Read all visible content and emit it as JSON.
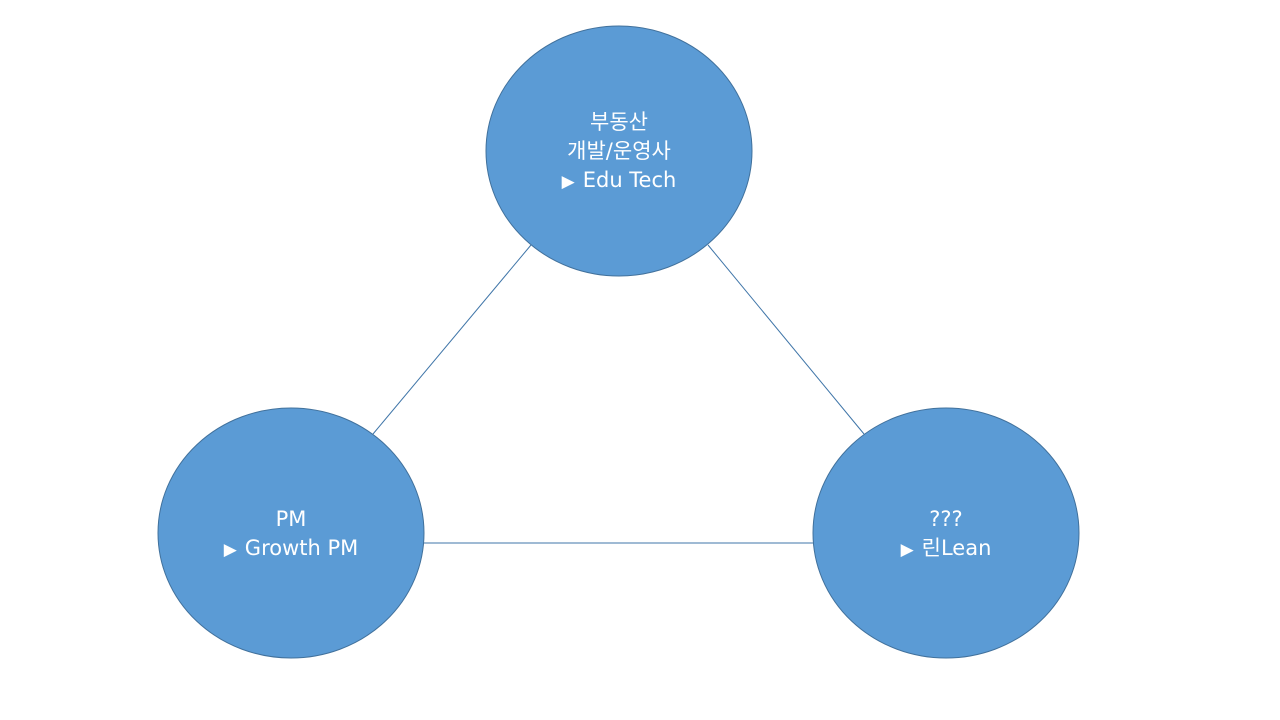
{
  "diagram": {
    "colors": {
      "node_fill": "#5b9bd5",
      "node_stroke": "#41719c",
      "edge": "#3f75a8",
      "text": "#ffffff",
      "background": "#ffffff"
    },
    "nodes": [
      {
        "id": "top",
        "lines": [
          "부동산",
          "개발/운영사"
        ],
        "arrow_icon": "triangle-right-icon",
        "arrow_text": "Edu Tech"
      },
      {
        "id": "left",
        "lines": [
          "PM"
        ],
        "arrow_icon": "triangle-right-icon",
        "arrow_text": "Growth PM"
      },
      {
        "id": "right",
        "lines": [
          "???"
        ],
        "arrow_icon": "triangle-right-icon",
        "arrow_text": "린Lean"
      }
    ],
    "edges": [
      {
        "from": "top",
        "to": "left"
      },
      {
        "from": "top",
        "to": "right"
      },
      {
        "from": "left",
        "to": "right"
      }
    ]
  }
}
